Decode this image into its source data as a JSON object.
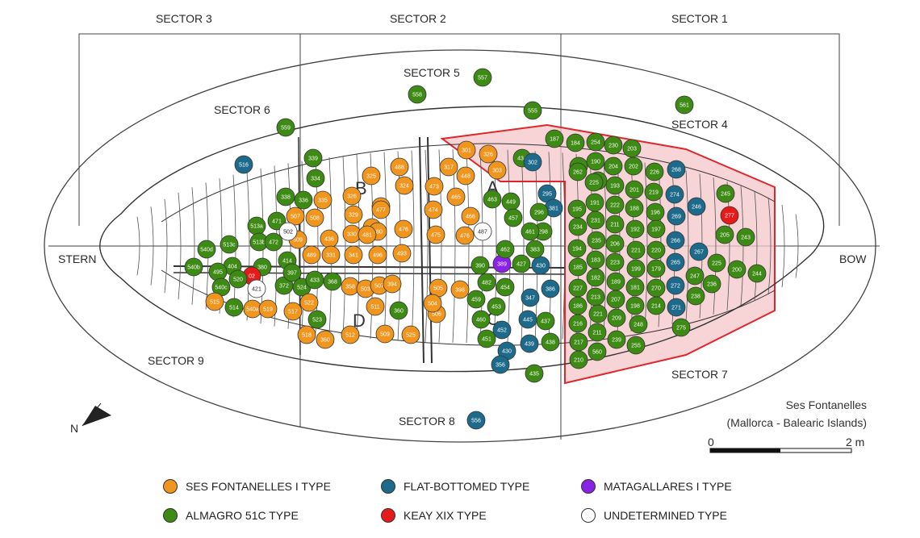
{
  "sectors": {
    "s1": "SECTOR 1",
    "s2": "SECTOR 2",
    "s3": "SECTOR 3",
    "s4": "SECTOR 4",
    "s5": "SECTOR 5",
    "s6": "SECTOR 6",
    "s7": "SECTOR 7",
    "s8": "SECTOR 8",
    "s9": "SECTOR 9"
  },
  "ends": {
    "stern": "STERN",
    "bow": "BOW"
  },
  "zones": {
    "a": "A",
    "b": "B",
    "c": "C",
    "d": "D"
  },
  "north": "N",
  "site": {
    "line1": "Ses Fontanelles",
    "line2": "(Mallorca - Balearic Islands)"
  },
  "scale": {
    "start": "0",
    "end": "2 m"
  },
  "legend": [
    {
      "label": "SES FONTANELLES I TYPE",
      "color": "#f0961e"
    },
    {
      "label": "FLAT-BOTTOMED TYPE",
      "color": "#1e6a8a"
    },
    {
      "label": "MATAGALLARES I TYPE",
      "color": "#8a22e6"
    },
    {
      "label": "ALMAGRO 51C TYPE",
      "color": "#3d8a14"
    },
    {
      "label": "KEAY XIX TYPE",
      "color": "#e61a1a"
    },
    {
      "label": "UNDETERMINED TYPE",
      "color": "#ffffff"
    }
  ],
  "amphorae": [
    {
      "n": "557",
      "t": "g"
    },
    {
      "n": "558",
      "t": "g"
    },
    {
      "n": "555",
      "t": "g"
    },
    {
      "n": "561",
      "t": "g"
    },
    {
      "n": "559",
      "t": "g"
    },
    {
      "n": "516",
      "t": "b"
    },
    {
      "n": "339",
      "t": "g"
    },
    {
      "n": "334",
      "t": "g"
    },
    {
      "n": "338",
      "t": "g"
    },
    {
      "n": "336",
      "t": "g"
    },
    {
      "n": "471",
      "t": "g"
    },
    {
      "n": "507",
      "t": "o"
    },
    {
      "n": "513a",
      "t": "g"
    },
    {
      "n": "513b",
      "t": "g"
    },
    {
      "n": "513c",
      "t": "g"
    },
    {
      "n": "472",
      "t": "g"
    },
    {
      "n": "509",
      "t": "o"
    },
    {
      "n": "502",
      "t": "w"
    },
    {
      "n": "540d",
      "t": "g"
    },
    {
      "n": "540b",
      "t": "g"
    },
    {
      "n": "404",
      "t": "g"
    },
    {
      "n": "380",
      "t": "g"
    },
    {
      "n": "02",
      "t": "r"
    },
    {
      "n": "520",
      "t": "g"
    },
    {
      "n": "421",
      "t": "w"
    },
    {
      "n": "495",
      "t": "g"
    },
    {
      "n": "540c",
      "t": "g"
    },
    {
      "n": "515",
      "t": "o"
    },
    {
      "n": "514",
      "t": "g"
    },
    {
      "n": "540a",
      "t": "o"
    },
    {
      "n": "519",
      "t": "o"
    },
    {
      "n": "372",
      "t": "g"
    },
    {
      "n": "414",
      "t": "g"
    },
    {
      "n": "397",
      "t": "g"
    },
    {
      "n": "524",
      "t": "g"
    },
    {
      "n": "433",
      "t": "g"
    },
    {
      "n": "368",
      "t": "g"
    },
    {
      "n": "517",
      "t": "o"
    },
    {
      "n": "522",
      "t": "o"
    },
    {
      "n": "523",
      "t": "g"
    },
    {
      "n": "518",
      "t": "o"
    },
    {
      "n": "360",
      "t": "o"
    },
    {
      "n": "335",
      "t": "o"
    },
    {
      "n": "325",
      "t": "o"
    },
    {
      "n": "326",
      "t": "o"
    },
    {
      "n": "329",
      "t": "o"
    },
    {
      "n": "330",
      "t": "o"
    },
    {
      "n": "436",
      "t": "o"
    },
    {
      "n": "331",
      "t": "o"
    },
    {
      "n": "489",
      "t": "o"
    },
    {
      "n": "490",
      "t": "o"
    },
    {
      "n": "508",
      "t": "o"
    },
    {
      "n": "341",
      "t": "o"
    },
    {
      "n": "496",
      "t": "o"
    },
    {
      "n": "493",
      "t": "o"
    },
    {
      "n": "488",
      "t": "o"
    },
    {
      "n": "324",
      "t": "o"
    },
    {
      "n": "337",
      "t": "o"
    },
    {
      "n": "476",
      "t": "o"
    },
    {
      "n": "477",
      "t": "o"
    },
    {
      "n": "480",
      "t": "o"
    },
    {
      "n": "481",
      "t": "o"
    },
    {
      "n": "358",
      "t": "o"
    },
    {
      "n": "503",
      "t": "o"
    },
    {
      "n": "507",
      "t": "o"
    },
    {
      "n": "394",
      "t": "o"
    },
    {
      "n": "511",
      "t": "o"
    },
    {
      "n": "512",
      "t": "o"
    },
    {
      "n": "509",
      "t": "o"
    },
    {
      "n": "525",
      "t": "o"
    },
    {
      "n": "360",
      "t": "g"
    },
    {
      "n": "473",
      "t": "o"
    },
    {
      "n": "465",
      "t": "o"
    },
    {
      "n": "474",
      "t": "o"
    },
    {
      "n": "475",
      "t": "o"
    },
    {
      "n": "476",
      "t": "o"
    },
    {
      "n": "466",
      "t": "o"
    },
    {
      "n": "448",
      "t": "o"
    },
    {
      "n": "317",
      "t": "o"
    },
    {
      "n": "301",
      "t": "o"
    },
    {
      "n": "326",
      "t": "o"
    },
    {
      "n": "303",
      "t": "o"
    },
    {
      "n": "487",
      "t": "w"
    },
    {
      "n": "389",
      "t": "p"
    },
    {
      "n": "390",
      "t": "g"
    },
    {
      "n": "427",
      "t": "g"
    },
    {
      "n": "430",
      "t": "b"
    },
    {
      "n": "434",
      "t": "g"
    },
    {
      "n": "302",
      "t": "b"
    },
    {
      "n": "463",
      "t": "g"
    },
    {
      "n": "449",
      "t": "g"
    },
    {
      "n": "295",
      "t": "b"
    },
    {
      "n": "381",
      "t": "b"
    },
    {
      "n": "296",
      "t": "g"
    },
    {
      "n": "298",
      "t": "g"
    },
    {
      "n": "457",
      "t": "g"
    },
    {
      "n": "461",
      "t": "g"
    },
    {
      "n": "462",
      "t": "g"
    },
    {
      "n": "383",
      "t": "g"
    },
    {
      "n": "482",
      "t": "g"
    },
    {
      "n": "454",
      "t": "g"
    },
    {
      "n": "386",
      "t": "b"
    },
    {
      "n": "347",
      "t": "b"
    },
    {
      "n": "459",
      "t": "g"
    },
    {
      "n": "453",
      "t": "g"
    },
    {
      "n": "445",
      "t": "b"
    },
    {
      "n": "437",
      "t": "g"
    },
    {
      "n": "452",
      "t": "b"
    },
    {
      "n": "439",
      "t": "b"
    },
    {
      "n": "438",
      "t": "g"
    },
    {
      "n": "451",
      "t": "g"
    },
    {
      "n": "430",
      "t": "b"
    },
    {
      "n": "356",
      "t": "b"
    },
    {
      "n": "435",
      "t": "g"
    },
    {
      "n": "460",
      "t": "g"
    },
    {
      "n": "505",
      "t": "o"
    },
    {
      "n": "506",
      "t": "o"
    },
    {
      "n": "504",
      "t": "o"
    },
    {
      "n": "398",
      "t": "o"
    },
    {
      "n": "556",
      "t": "b"
    },
    {
      "n": "187",
      "t": "g"
    },
    {
      "n": "184",
      "t": "g"
    },
    {
      "n": "254",
      "t": "g"
    },
    {
      "n": "230",
      "t": "g"
    },
    {
      "n": "203",
      "t": "g"
    },
    {
      "n": "229",
      "t": "g"
    },
    {
      "n": "262",
      "t": "g"
    },
    {
      "n": "190",
      "t": "g"
    },
    {
      "n": "204",
      "t": "g"
    },
    {
      "n": "202",
      "t": "g"
    },
    {
      "n": "226",
      "t": "g"
    },
    {
      "n": "268",
      "t": "b"
    },
    {
      "n": "228",
      "t": "g"
    },
    {
      "n": "225",
      "t": "g"
    },
    {
      "n": "193",
      "t": "g"
    },
    {
      "n": "201",
      "t": "g"
    },
    {
      "n": "219",
      "t": "g"
    },
    {
      "n": "274",
      "t": "b"
    },
    {
      "n": "245",
      "t": "g"
    },
    {
      "n": "195",
      "t": "g"
    },
    {
      "n": "191",
      "t": "g"
    },
    {
      "n": "222",
      "t": "g"
    },
    {
      "n": "188",
      "t": "g"
    },
    {
      "n": "196",
      "t": "g"
    },
    {
      "n": "269",
      "t": "b"
    },
    {
      "n": "246",
      "t": "b"
    },
    {
      "n": "277",
      "t": "r"
    },
    {
      "n": "231",
      "t": "g"
    },
    {
      "n": "211",
      "t": "g"
    },
    {
      "n": "192",
      "t": "g"
    },
    {
      "n": "197",
      "t": "g"
    },
    {
      "n": "266",
      "t": "b"
    },
    {
      "n": "205",
      "t": "g"
    },
    {
      "n": "243",
      "t": "g"
    },
    {
      "n": "234",
      "t": "g"
    },
    {
      "n": "235",
      "t": "g"
    },
    {
      "n": "206",
      "t": "g"
    },
    {
      "n": "221",
      "t": "g"
    },
    {
      "n": "220",
      "t": "g"
    },
    {
      "n": "267",
      "t": "b"
    },
    {
      "n": "194",
      "t": "g"
    },
    {
      "n": "183",
      "t": "g"
    },
    {
      "n": "223",
      "t": "g"
    },
    {
      "n": "199",
      "t": "g"
    },
    {
      "n": "179",
      "t": "g"
    },
    {
      "n": "265",
      "t": "b"
    },
    {
      "n": "225",
      "t": "g"
    },
    {
      "n": "200",
      "t": "g"
    },
    {
      "n": "244",
      "t": "g"
    },
    {
      "n": "185",
      "t": "g"
    },
    {
      "n": "182",
      "t": "g"
    },
    {
      "n": "189",
      "t": "g"
    },
    {
      "n": "181",
      "t": "g"
    },
    {
      "n": "270",
      "t": "g"
    },
    {
      "n": "272",
      "t": "b"
    },
    {
      "n": "247",
      "t": "g"
    },
    {
      "n": "236",
      "t": "g"
    },
    {
      "n": "227",
      "t": "g"
    },
    {
      "n": "213",
      "t": "g"
    },
    {
      "n": "207",
      "t": "g"
    },
    {
      "n": "198",
      "t": "g"
    },
    {
      "n": "214",
      "t": "g"
    },
    {
      "n": "271",
      "t": "b"
    },
    {
      "n": "238",
      "t": "g"
    },
    {
      "n": "186",
      "t": "g"
    },
    {
      "n": "216",
      "t": "g"
    },
    {
      "n": "221",
      "t": "g"
    },
    {
      "n": "209",
      "t": "g"
    },
    {
      "n": "248",
      "t": "g"
    },
    {
      "n": "275",
      "t": "g"
    },
    {
      "n": "217",
      "t": "g"
    },
    {
      "n": "211",
      "t": "g"
    },
    {
      "n": "239",
      "t": "g"
    },
    {
      "n": "255",
      "t": "g"
    },
    {
      "n": "210",
      "t": "g"
    },
    {
      "n": "560",
      "t": "g"
    }
  ]
}
